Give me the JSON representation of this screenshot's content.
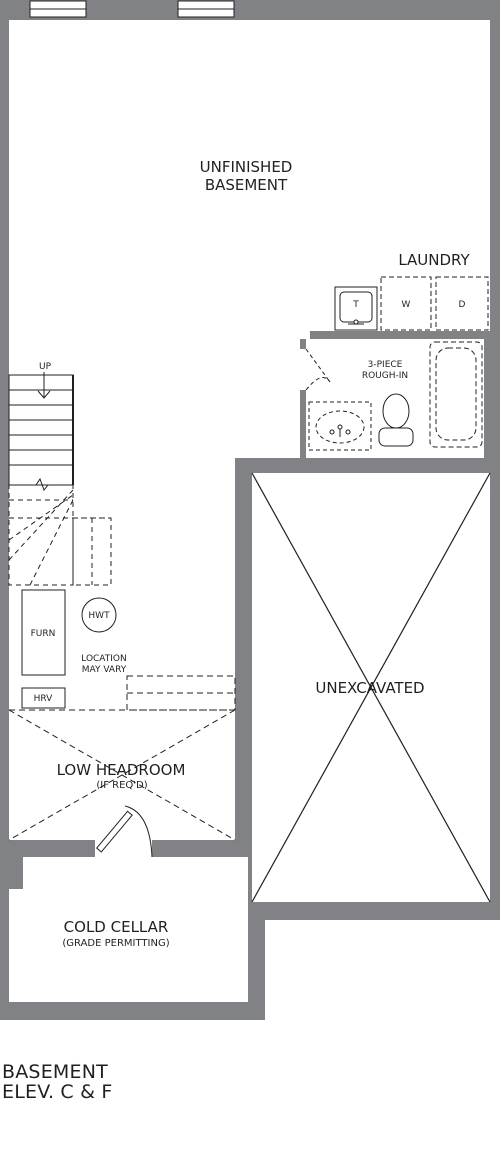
{
  "rooms": {
    "unfinished_line1": "UNFINISHED",
    "unfinished_line2": "BASEMENT",
    "laundry": "LAUNDRY",
    "washer": "W",
    "dryer": "D",
    "tub": "T",
    "rough_in_line1": "3-PIECE",
    "rough_in_line2": "ROUGH-IN",
    "up": "UP",
    "hwt": "HWT",
    "furn": "FURN",
    "location_line1": "LOCATION",
    "location_line2": "MAY VARY",
    "hrv": "HRV",
    "unexcavated": "UNEXCAVATED",
    "low_headroom": "LOW HEADROOM",
    "if_reqd": "(IF REQ'D)",
    "cold_cellar": "COLD CELLAR",
    "grade_permitting": "(GRADE PERMITTING)"
  },
  "title": {
    "line1": "BASEMENT",
    "line2": "ELEV. C & F"
  },
  "colors": {
    "wall": "#808285",
    "ink": "#231f20"
  }
}
